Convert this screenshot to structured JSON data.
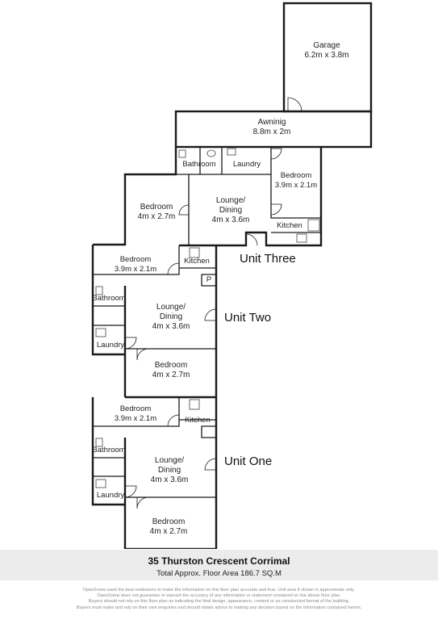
{
  "rooms": {
    "garage": {
      "name": "Garage",
      "dims": "6.2m x 3.8m"
    },
    "awning": {
      "name": "Awninig",
      "dims": "8.8m x 2m"
    },
    "u3_bathroom": {
      "name": "Bathroom"
    },
    "u3_laundry": {
      "name": "Laundry"
    },
    "u3_bedroom_small": {
      "name": "Bedroom",
      "dims": "3.9m x 2.1m"
    },
    "u3_bedroom_large": {
      "name": "Bedroom",
      "dims": "4m x 2.7m"
    },
    "u3_lounge": {
      "name": "Lounge/",
      "name2": "Dining",
      "dims": "4m x 3.6m"
    },
    "u3_kitchen": {
      "name": "Kitchen"
    },
    "u2_bedroom_small": {
      "name": "Bedroom",
      "dims": "3.9m x 2.1m"
    },
    "u2_kitchen": {
      "name": "Kitchen"
    },
    "u2_pantry": {
      "name": "P"
    },
    "u2_bathroom": {
      "name": "Bathroom"
    },
    "u2_lounge": {
      "name": "Lounge/",
      "name2": "Dining",
      "dims": "4m x 3.6m"
    },
    "u2_laundry": {
      "name": "Laundry"
    },
    "u2_bedroom_large": {
      "name": "Bedroom",
      "dims": "4m x 2.7m"
    },
    "u1_bedroom_small": {
      "name": "Bedroom",
      "dims": "3.9m x 2.1m"
    },
    "u1_kitchen": {
      "name": "Kitchen"
    },
    "u1_bathroom": {
      "name": "Bathroom"
    },
    "u1_lounge": {
      "name": "Lounge/",
      "name2": "Dining",
      "dims": "4m x 3.6m"
    },
    "u1_laundry": {
      "name": "Laundry"
    },
    "u1_bedroom_large": {
      "name": "Bedroom",
      "dims": "4m x 2.7m"
    }
  },
  "units": {
    "three": "Unit Three",
    "two": "Unit Two",
    "one": "Unit One"
  },
  "footer": {
    "address": "35 Thurston Crescent Corrimal",
    "area": "Total Approx. Floor Area 186.7 SQ.M",
    "disclaimer": [
      "Open2view used the best endeavors to make the information on this floor plan accurate and true. Unit area if shown is approximate only.",
      "Open2view does not guarantee or warrant the accuracy of any information or statement contained on the above floor plan.",
      "Buyers should not rely on this floor plan as indicating the final design, appearance, content or as constructed format of the building.",
      "Buyers must make and rely on their own enquiries and should obtain advice in making any decision based on the information contained herein."
    ]
  }
}
